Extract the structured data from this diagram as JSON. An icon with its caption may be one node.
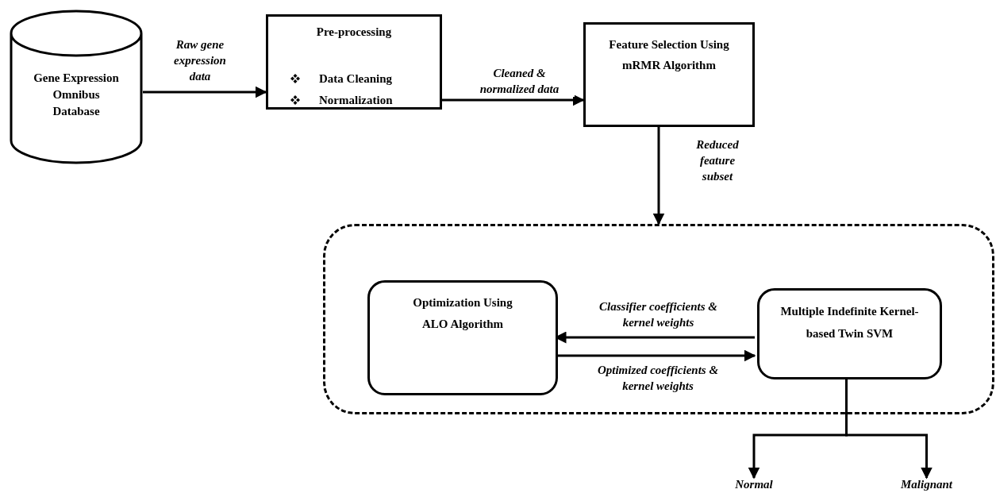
{
  "diagram": {
    "nodes": [
      {
        "text": [
          "Gene Expression Omnibus Database"
        ]
      },
      {
        "text": [
          "Pre-processing",
          "Data Cleaning",
          "Normalization"
        ]
      },
      {
        "text": [
          "Feature Selection Using mRMR Algorithm"
        ]
      },
      {
        "text": [],
        "shape": "box"
      },
      {
        "text": [
          "Optimization Using ALO Algorithm"
        ],
        "in": 3
      },
      {
        "text": [
          "Multiple Indefinite Kernel-based Twin SVM"
        ],
        "in": 3
      },
      {
        "text": [
          "Normal"
        ]
      },
      {
        "text": [
          "Malignant"
        ]
      }
    ],
    "edges": [
      {
        "from": 0,
        "to": 1,
        "arrow": "to",
        "label": "Raw gene expression data"
      },
      {
        "from": 1,
        "to": 2,
        "arrow": "to",
        "label": "Cleaned & normalized data"
      },
      {
        "from": 2,
        "to": 3,
        "arrow": "to",
        "label": "Reduced feature subset"
      },
      {
        "from": 5,
        "to": 4,
        "arrow": "to",
        "label": "Classifier coefficients & kernel weights"
      },
      {
        "from": 4,
        "to": 5,
        "arrow": "to",
        "label": "Optimized coefficients & kernel weights"
      },
      {
        "from": 5,
        "to": 6,
        "arrow": "to"
      },
      {
        "from": 5,
        "to": 7,
        "arrow": "to"
      }
    ]
  }
}
